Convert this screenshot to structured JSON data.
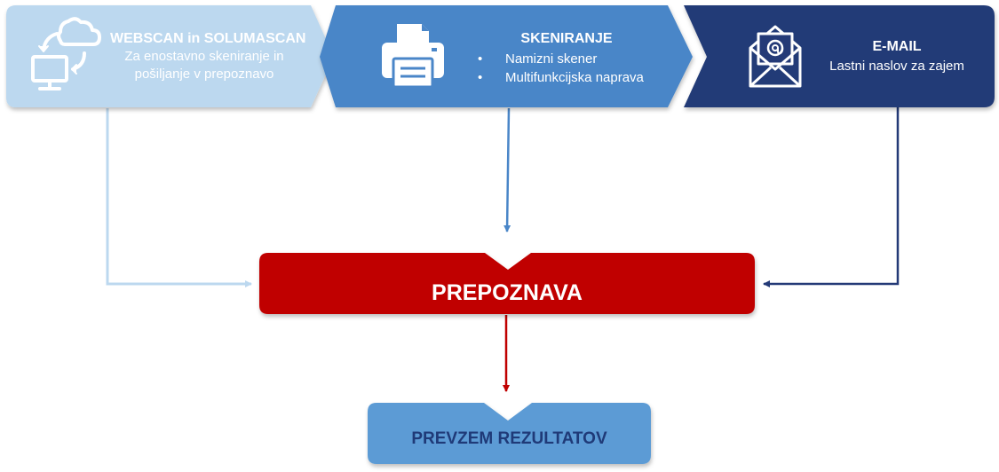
{
  "webscan": {
    "title": "WEBSCAN in SOLUMASCAN",
    "desc_line1": "Za enostavno skeniranje in",
    "desc_line2": "pošiljanje v prepoznavo",
    "icon": "cloud-sync-monitor-icon"
  },
  "skeniranje": {
    "title": "SKENIRANJE",
    "items": [
      "Namizni skener",
      "Multifunkcijska naprava"
    ],
    "icon": "printer-icon"
  },
  "email": {
    "title": "E-MAIL",
    "desc": "Lastni naslov za zajem",
    "icon": "email-envelope-icon"
  },
  "prepoznava": {
    "label": "PREPOZNAVA"
  },
  "prevzem": {
    "label": "PREVZEM REZULTATOV"
  },
  "colors": {
    "light_blue": "#bcd8ef",
    "mid_blue": "#4a86c8",
    "dark_navy": "#243a77",
    "red": "#c00000",
    "result_blue": "#5b9bd5",
    "result_text": "#1f3a78"
  }
}
